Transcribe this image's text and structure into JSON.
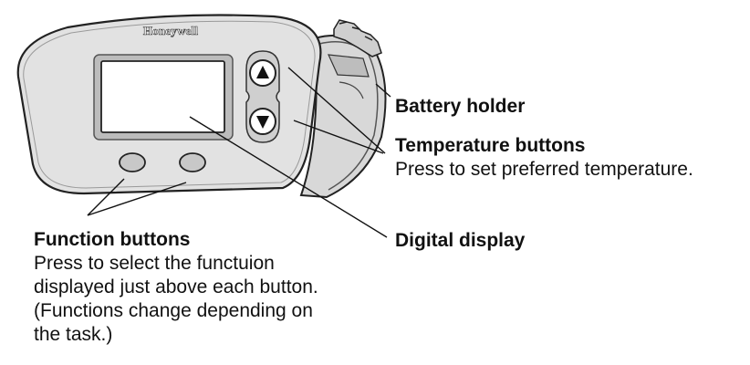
{
  "device": {
    "brand": "Honeywell",
    "colors": {
      "body": "#e2e2e2",
      "bezel": "#bcbcbc",
      "screen": "#ffffff",
      "button": "#c8c8c8",
      "outline": "#222222"
    }
  },
  "callouts": {
    "battery_holder": {
      "title": "Battery holder"
    },
    "temperature_buttons": {
      "title": "Temperature buttons",
      "desc": "Press to set preferred temperature."
    },
    "digital_display": {
      "title": "Digital display"
    },
    "function_buttons": {
      "title": "Function buttons",
      "desc_lines": [
        "Press to select the functuion",
        "displayed just above each button.",
        "(Functions change depending on",
        "the task.)"
      ]
    }
  },
  "icons": {
    "up": "triangle-up-icon",
    "down": "triangle-down-icon"
  }
}
